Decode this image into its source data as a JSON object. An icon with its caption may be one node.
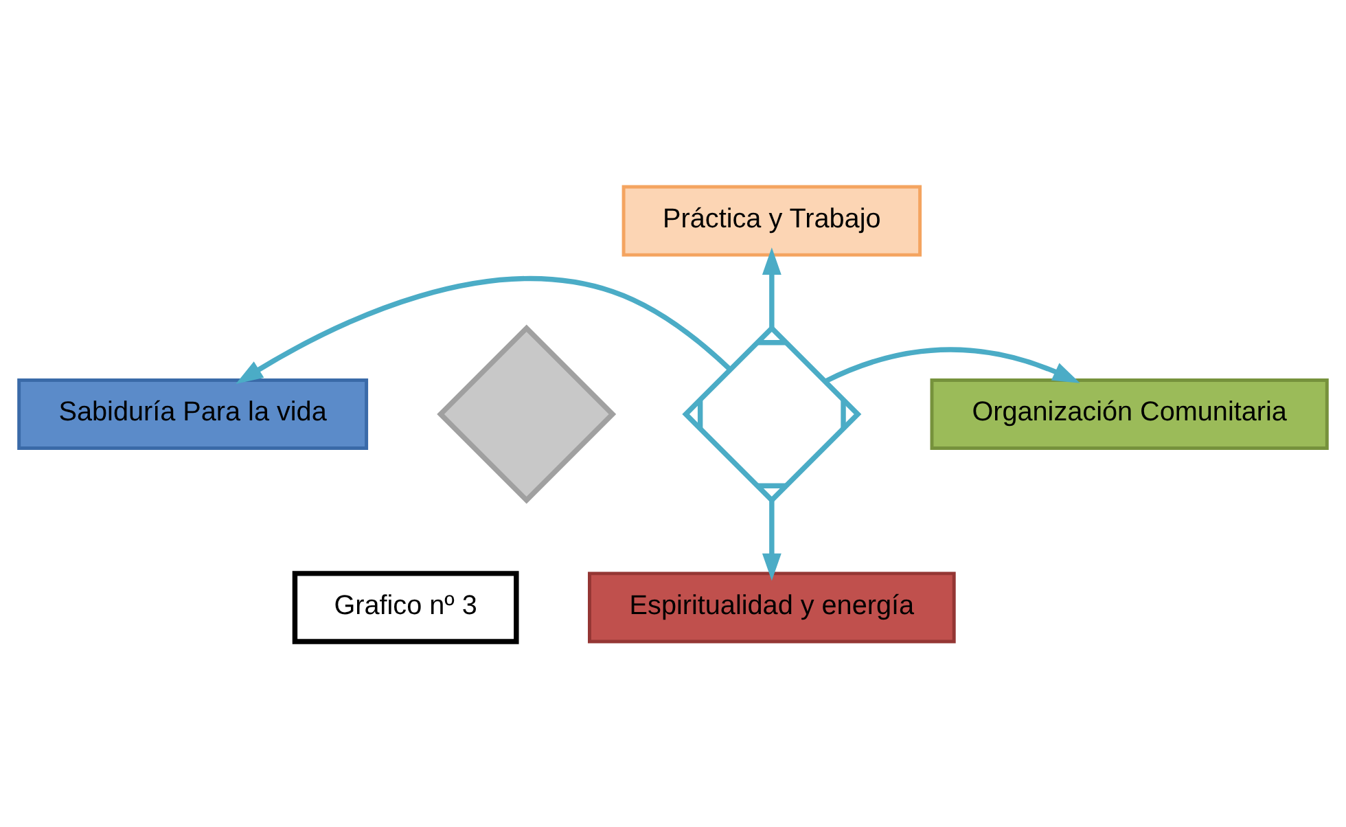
{
  "diagram": {
    "nodes": [
      {
        "text": [
          "Práctica y Trabajo"
        ]
      },
      {
        "text": [
          "Sabiduría Para la vida"
        ]
      },
      {
        "text": [],
        "shape": "arrow"
      },
      {
        "text": [],
        "shape": "cross"
      },
      {
        "text": [
          "Organización Comunitaria"
        ]
      },
      {
        "text": [
          "Grafico nº 3"
        ]
      },
      {
        "text": [
          "Espiritualidad y energía"
        ]
      }
    ],
    "edges": [
      {
        "from": 3,
        "to": 0,
        "arrow": "to"
      },
      {
        "from": 3,
        "to": 1,
        "arrow": "to"
      },
      {
        "from": 3,
        "to": 4,
        "arrow": "to"
      },
      {
        "from": 3,
        "to": 6,
        "arrow": "to"
      }
    ]
  }
}
